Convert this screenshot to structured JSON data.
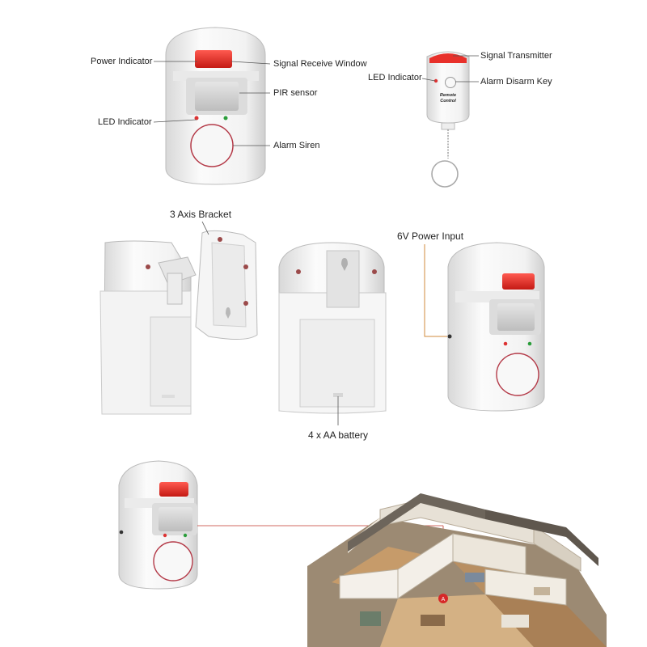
{
  "labels": {
    "power_indicator": "Power Indicator",
    "signal_receive_window": "Signal Receive Window",
    "pir_sensor": "PIR sensor",
    "led_indicator_main": "LED Indicator",
    "alarm_siren": "Alarm Siren",
    "signal_transmitter": "Signal Transmitter",
    "led_indicator_remote": "LED Indicator",
    "alarm_disarm_key": "Alarm Disarm Key",
    "three_axis_bracket": "3 Axis Bracket",
    "power_input": "6V Power Input",
    "battery": "4 x AA battery"
  },
  "remote": {
    "brand_line1": "Remote",
    "brand_line2": "Control"
  },
  "house": {
    "marker": "A"
  },
  "colors": {
    "device_white": "#f4f4f4",
    "indicator_red": "#e8302a",
    "leader_line": "#c0392b",
    "text": "#222222"
  }
}
